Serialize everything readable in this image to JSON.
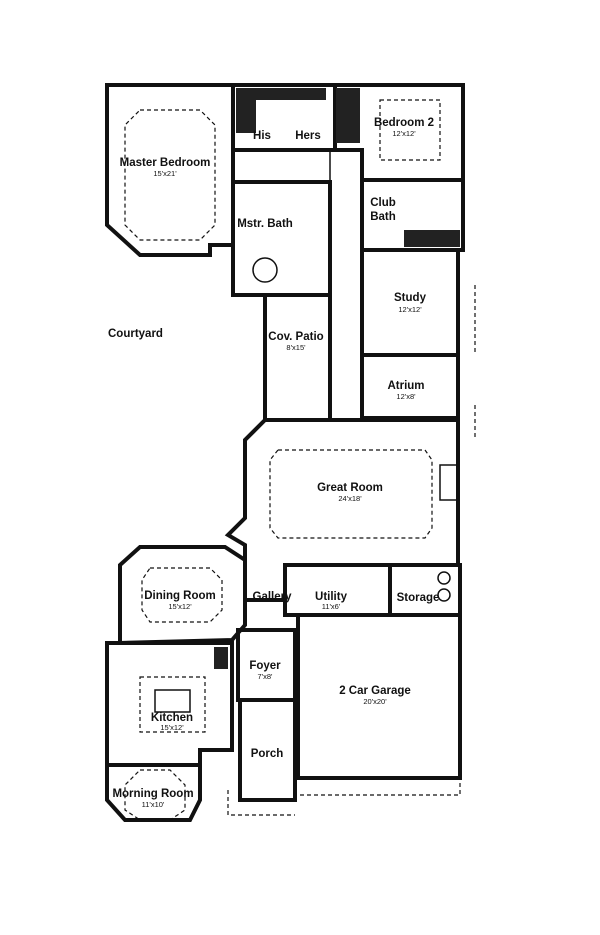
{
  "plan": {
    "rooms": [
      {
        "name": "Master Bedroom",
        "size": "15'x21'"
      },
      {
        "name": "His",
        "size": ""
      },
      {
        "name": "Hers",
        "size": ""
      },
      {
        "name": "Bedroom 2",
        "size": "12'x12'"
      },
      {
        "name": "Mstr. Bath",
        "size": ""
      },
      {
        "name": "Club",
        "size": "Bath"
      },
      {
        "name": "Study",
        "size": "12'x12'"
      },
      {
        "name": "Cov. Patio",
        "size": "8'x15'"
      },
      {
        "name": "Atrium",
        "size": "12'x8'"
      },
      {
        "name": "Great Room",
        "size": "24'x18'"
      },
      {
        "name": "Dining Room",
        "size": "15'x12'"
      },
      {
        "name": "Gallery",
        "size": ""
      },
      {
        "name": "Utility",
        "size": "11'x6'"
      },
      {
        "name": "Storage",
        "size": ""
      },
      {
        "name": "Foyer",
        "size": "7'x8'"
      },
      {
        "name": "2 Car Garage",
        "size": "20'x20'"
      },
      {
        "name": "Kitchen",
        "size": "15'x12'"
      },
      {
        "name": "Porch",
        "size": ""
      },
      {
        "name": "Morning Room",
        "size": "11'x10'"
      }
    ],
    "courtyard": "Courtyard"
  }
}
